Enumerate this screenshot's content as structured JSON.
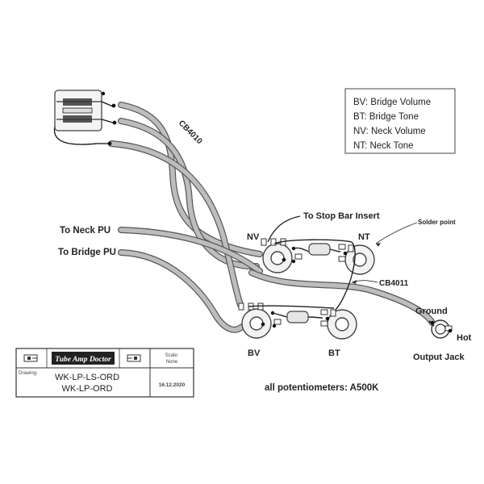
{
  "legend": {
    "bv": "BV: Bridge Volume",
    "bt": "BT:  Bridge Tone",
    "nv": "NV: Neck Volume",
    "nt": "NT:  Neck Tone"
  },
  "labels": {
    "cable_top": "CB4010",
    "cable_mid": "CB4011",
    "to_neck_pu": "To Neck PU",
    "to_bridge_pu": "To Bridge PU",
    "to_stop_bar": "To Stop Bar Insert",
    "solder_point": "Solder point",
    "nv": "NV",
    "nt": "NT",
    "bv": "BV",
    "bt": "BT",
    "ground": "Ground",
    "hot": "Hot",
    "output_jack": "Output Jack",
    "potentiometers": "all potentiometers: A500K"
  },
  "title_block": {
    "logo": "Tube Amp Doctor",
    "scale_label": "Scale:",
    "scale_value": "None",
    "drawing_label": "Drawing:",
    "drawing_line1": "WK-LP-LS-ORD",
    "drawing_line2": "WK-LP-ORD",
    "date": "16.12.2020"
  }
}
